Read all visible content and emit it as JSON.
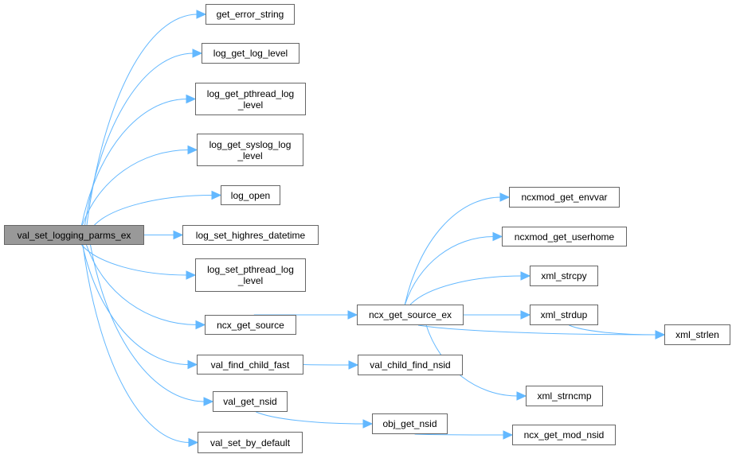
{
  "graph": {
    "root": "val_set_logging_parms_ex",
    "edge_color": "#63b8ff",
    "nodes": {
      "root": "val_set_logging_parms_ex",
      "get_error_string": "get_error_string",
      "log_get_log_level": "log_get_log_level",
      "log_get_pthread_log_level": "log_get_pthread_log\n_level",
      "log_get_syslog_log_level": "log_get_syslog_log\n_level",
      "log_open": "log_open",
      "log_set_highres_datetime": "log_set_highres_datetime",
      "log_set_pthread_log_level": "log_set_pthread_log\n_level",
      "ncx_get_source": "ncx_get_source",
      "val_find_child_fast": "val_find_child_fast",
      "val_get_nsid": "val_get_nsid",
      "val_set_by_default": "val_set_by_default",
      "ncx_get_source_ex": "ncx_get_source_ex",
      "val_child_find_nsid": "val_child_find_nsid",
      "obj_get_nsid": "obj_get_nsid",
      "ncxmod_get_envvar": "ncxmod_get_envvar",
      "ncxmod_get_userhome": "ncxmod_get_userhome",
      "xml_strcpy": "xml_strcpy",
      "xml_strdup": "xml_strdup",
      "xml_strlen": "xml_strlen",
      "xml_strncmp": "xml_strncmp",
      "ncx_get_mod_nsid": "ncx_get_mod_nsid"
    },
    "edges": [
      [
        "root",
        "get_error_string"
      ],
      [
        "root",
        "log_get_log_level"
      ],
      [
        "root",
        "log_get_pthread_log_level"
      ],
      [
        "root",
        "log_get_syslog_log_level"
      ],
      [
        "root",
        "log_open"
      ],
      [
        "root",
        "log_set_highres_datetime"
      ],
      [
        "root",
        "log_set_pthread_log_level"
      ],
      [
        "root",
        "ncx_get_source"
      ],
      [
        "root",
        "val_find_child_fast"
      ],
      [
        "root",
        "val_get_nsid"
      ],
      [
        "root",
        "val_set_by_default"
      ],
      [
        "ncx_get_source",
        "ncx_get_source_ex"
      ],
      [
        "val_find_child_fast",
        "val_child_find_nsid"
      ],
      [
        "val_get_nsid",
        "obj_get_nsid"
      ],
      [
        "ncx_get_source_ex",
        "ncxmod_get_envvar"
      ],
      [
        "ncx_get_source_ex",
        "ncxmod_get_userhome"
      ],
      [
        "ncx_get_source_ex",
        "xml_strcpy"
      ],
      [
        "ncx_get_source_ex",
        "xml_strdup"
      ],
      [
        "ncx_get_source_ex",
        "xml_strlen"
      ],
      [
        "ncx_get_source_ex",
        "xml_strncmp"
      ],
      [
        "xml_strdup",
        "xml_strlen"
      ],
      [
        "obj_get_nsid",
        "ncx_get_mod_nsid"
      ]
    ]
  }
}
